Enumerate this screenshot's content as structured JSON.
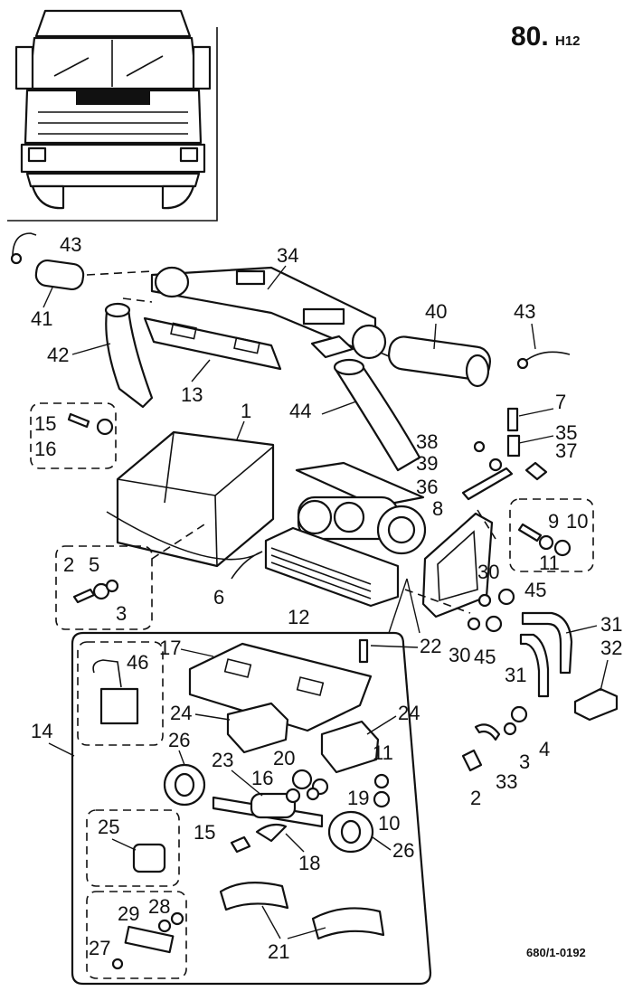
{
  "header": {
    "page_number": "80.",
    "page_suffix": "H12"
  },
  "drawing_reference": "680/1-0192",
  "callouts": [
    "1",
    "2",
    "3",
    "4",
    "5",
    "6",
    "7",
    "8",
    "9",
    "10",
    "11",
    "12",
    "13",
    "14",
    "15",
    "16",
    "17",
    "18",
    "19",
    "20",
    "21",
    "22",
    "23",
    "24",
    "25",
    "26",
    "27",
    "28",
    "29",
    "30",
    "31",
    "32",
    "33",
    "34",
    "35",
    "36",
    "37",
    "38",
    "39",
    "40",
    "41",
    "42",
    "43",
    "44",
    "45",
    "46"
  ]
}
